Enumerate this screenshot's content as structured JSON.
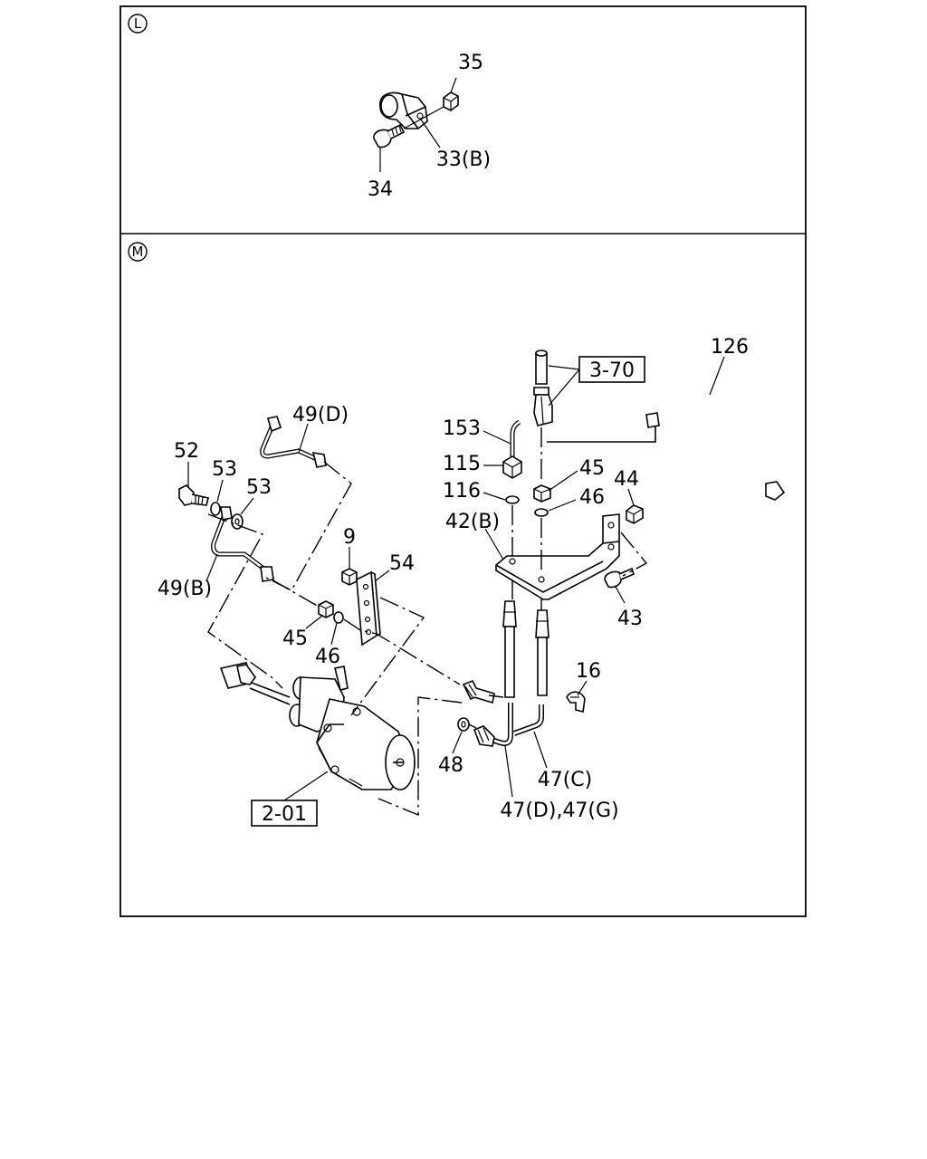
{
  "sections": [
    {
      "id": "L",
      "mark": "L"
    },
    {
      "id": "M",
      "mark": "M"
    }
  ],
  "labels": {
    "p35": "35",
    "p33b": "33(B)",
    "p34": "34",
    "p126": "126",
    "ref370": "3-70",
    "p49d": "49(D)",
    "p153": "153",
    "p52": "52",
    "p115": "115",
    "p45a": "45",
    "p44": "44",
    "p53a": "53",
    "p53b": "53",
    "p116": "116",
    "p46a": "46",
    "p42b": "42(B)",
    "p9": "9",
    "p54": "54",
    "p49b": "49(B)",
    "p43": "43",
    "p45b": "45",
    "p46b": "46",
    "p16": "16",
    "p48": "48",
    "p47c": "47(C)",
    "ref201": "2-01",
    "p47dg": "47(D),47(G)"
  }
}
